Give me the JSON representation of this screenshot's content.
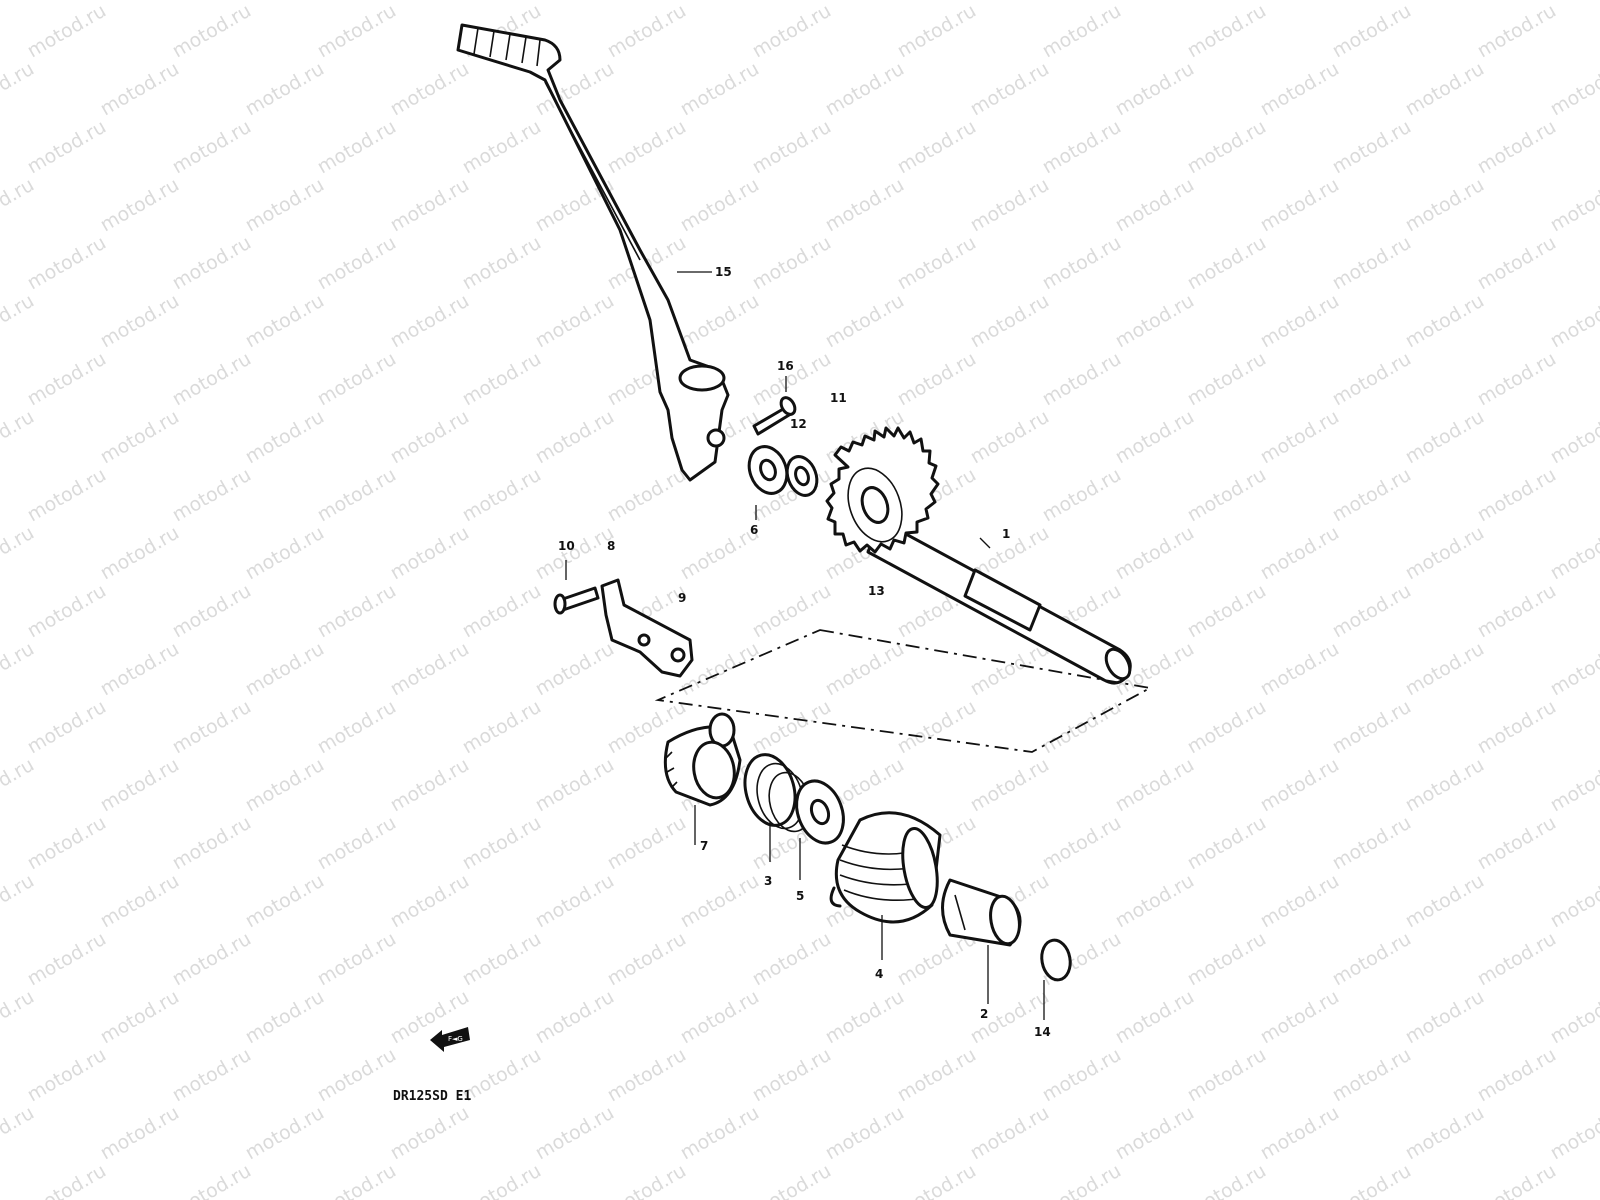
{
  "watermark": {
    "text": "motod.ru",
    "color": "#bdbdbd"
  },
  "model_code": "DR125SD E1",
  "front_indicator": {
    "label": "F◄G",
    "icon": "front-arrow-icon"
  },
  "parts": [
    {
      "id": "15",
      "label": "15",
      "name": "kick-starter-lever"
    },
    {
      "id": "16",
      "label": "16",
      "name": "bolt"
    },
    {
      "id": "11",
      "label": "11",
      "name": "part-11"
    },
    {
      "id": "12",
      "label": "12",
      "name": "part-12"
    },
    {
      "id": "6",
      "label": "6",
      "name": "washer"
    },
    {
      "id": "1",
      "label": "1",
      "name": "kick-starter-shaft"
    },
    {
      "id": "13",
      "label": "13",
      "name": "part-13"
    },
    {
      "id": "10",
      "label": "10",
      "name": "screw"
    },
    {
      "id": "8",
      "label": "8",
      "name": "guide-plate"
    },
    {
      "id": "9",
      "label": "9",
      "name": "part-9"
    },
    {
      "id": "7",
      "label": "7",
      "name": "kick-starter-drive-gear"
    },
    {
      "id": "3",
      "label": "3",
      "name": "spring"
    },
    {
      "id": "5",
      "label": "5",
      "name": "washer"
    },
    {
      "id": "4",
      "label": "4",
      "name": "return-spring"
    },
    {
      "id": "2",
      "label": "2",
      "name": "spring-guide"
    },
    {
      "id": "14",
      "label": "14",
      "name": "circlip"
    }
  ]
}
